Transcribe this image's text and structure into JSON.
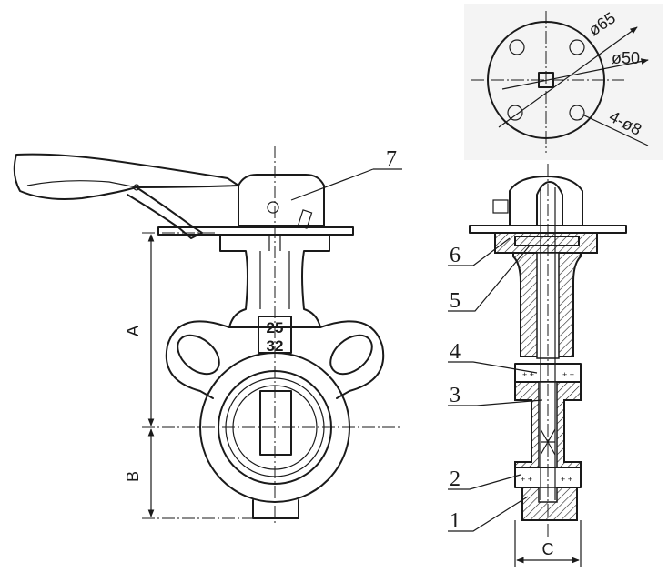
{
  "flange_view": {
    "dim_outer": "ø65",
    "dim_pcd": "ø50",
    "dim_holes": "4-ø8"
  },
  "front_view": {
    "size_plate_top": "25",
    "size_plate_bottom": "32",
    "dim_a": "A",
    "dim_b": "B",
    "callout_7": "7"
  },
  "section_view": {
    "dim_c": "C",
    "callouts": [
      "6",
      "5",
      "4",
      "3",
      "2",
      "1"
    ]
  }
}
